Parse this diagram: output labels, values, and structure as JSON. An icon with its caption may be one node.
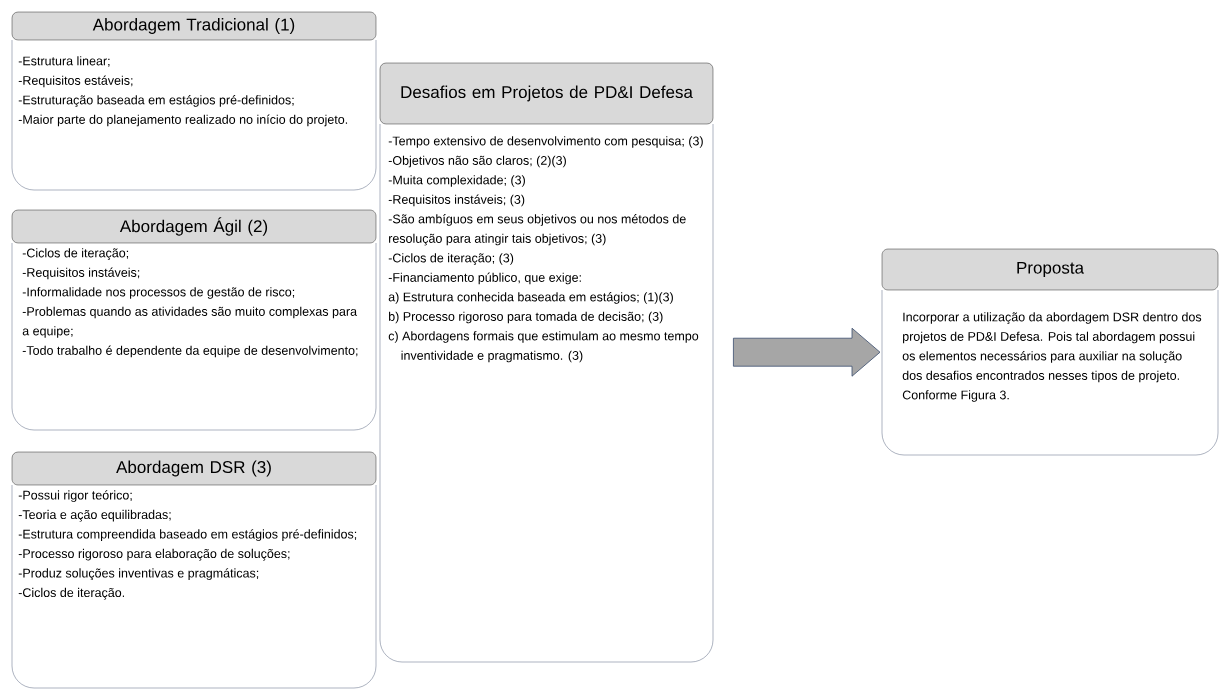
{
  "diagram": {
    "nodes": [
      {
        "text": [
          "Abordagem Tradicional (1)",
          "-Estrutura linear;",
          "-Requisitos estáveis;",
          "-Estruturação baseada em estágios pré-definidos;",
          "-Maior parte do planejamento realizado no início do projeto."
        ]
      },
      {
        "text": [
          "Abordagem Ágil (2)",
          "-Ciclos de iteração;",
          "-Requisitos instáveis;",
          "-Informalidade nos processos de gestão de risco;",
          "-Problemas quando as atividades são muito complexas para a equipe;",
          "-Todo trabalho é dependente da equipe de desenvolvimento;"
        ]
      },
      {
        "text": [
          "Abordagem DSR (3)",
          "-Possui rigor teórico;",
          "-Teoria e ação equilibradas;",
          "-Estrutura compreendida baseado em estágios pré-definidos;",
          "-Processo rigoroso para elaboração de soluções;",
          "-Produz soluções inventivas e pragmáticas;",
          "-Ciclos de iteração."
        ]
      },
      {
        "text": [
          "Desafios em Projetos de PD&I Defesa",
          "-Tempo extensivo de desenvolvimento com pesquisa; (3)",
          "-Objetivos não são claros; (2)(3)",
          "-Muita complexidade; (3)",
          "-Requisitos instáveis; (3)",
          "-São ambíguos em seus objetivos ou nos métodos de resolução para atingir tais objetivos; (3)",
          "-Ciclos de iteração; (3)",
          "-Financiamento público, que exige:",
          "a) Estrutura conhecida baseada em estágios; (1)(3)",
          "b) Processo rigoroso para tomada de decisão; (3)",
          "c) Abordagens formais que estimulam ao mesmo tempo inventividade e pragmatismo. (3)"
        ]
      },
      {
        "text": [
          "Proposta",
          "Incorporar a utilização da abordagem DSR dentro dos projetos de PD&I Defesa. Pois tal abordagem possui os elementos necessários para auxiliar na solução dos desafios encontrados nesses tipos de projeto. Conforme Figura 3."
        ]
      }
    ],
    "edges": [
      {
        "from": 3,
        "to": 4,
        "arrow": "to"
      }
    ]
  }
}
